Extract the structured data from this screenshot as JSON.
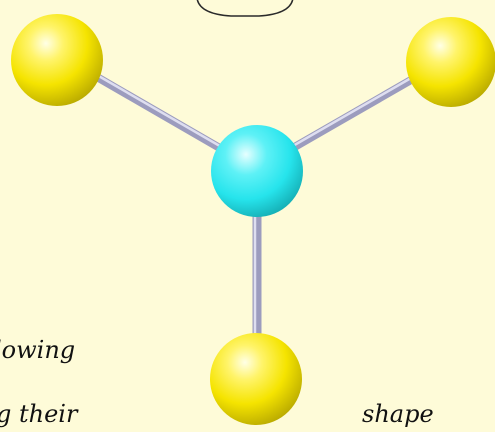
{
  "text": {
    "line1": "lowing",
    "line2": "g their",
    "shape_word": "shape"
  },
  "colors": {
    "background": "#fefbd8",
    "central_atom": "#26e4ec",
    "outer_atom": "#ffee00",
    "bond": "#b9b8d6"
  },
  "molecule": {
    "central_atom_count": 1,
    "outer_atom_count": 3,
    "bond_count": 3
  }
}
